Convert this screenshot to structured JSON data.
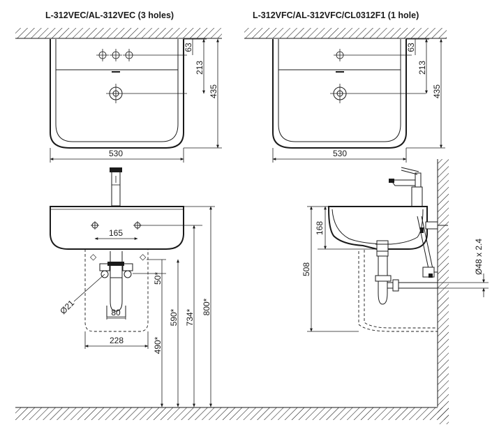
{
  "titles": {
    "left": "L-312VEC/AL-312VEC (3 holes)",
    "right": "L-312VFC/AL-312VFC/CL0312F1 (1 hole)"
  },
  "dims_left_top": {
    "width": "530",
    "d63": "63",
    "d213": "213",
    "d435": "435"
  },
  "dims_right_top": {
    "width": "530",
    "d63": "63",
    "d213": "213",
    "d435": "435"
  },
  "dims_front": {
    "d165": "165",
    "d50": "50*",
    "d21": "Ø21",
    "d80": "80",
    "d228": "228",
    "d490": "490*",
    "d590": "590*",
    "d734": "734*",
    "d800": "800*"
  },
  "dims_side": {
    "d168": "168",
    "d508": "508",
    "d48": "Ø48 x 2.4"
  }
}
